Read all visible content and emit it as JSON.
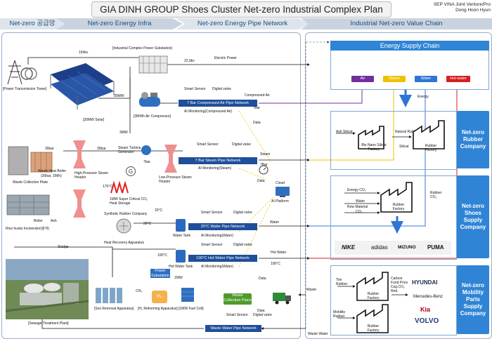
{
  "header": {
    "title": "GIA DINH GROUP Shoes Cluster Net-zero Industrial Complex Plan",
    "credit_line1": "SEP VINA Joint Venture/Pro",
    "credit_line2": "Dong Hoon Hyun"
  },
  "bands": {
    "supply": "Net-zero 공급망",
    "energy_infra": "Net-zero Energy Infra",
    "pipe_network": "Net-zero Energy Pipe Network",
    "value_chain": "Industrial Net-zero Value Chain"
  },
  "infra": {
    "power_tower": "[Power Transmission Tower]",
    "kv_154": "154kv",
    "substation": "[Industrial Complex Power Substation]",
    "kv_229": "22,9kv",
    "electric_power": "Electric Power",
    "solar": "[30MW Solar]",
    "solar_mw": "30MW",
    "air_compressor": "[3MWh Air Compressor]",
    "mw_3": "3MW",
    "turbine": "Steam Turbine Generator",
    "waste_boiler": "Waste Heat Boiler",
    "waste_boiler_spec": "(30bar, 29t/h)",
    "collection_plate": "Waste Collection Plate",
    "bar30_a": "30bar",
    "bar30_b": "30bar",
    "hp_header": "High-Pressure Steam Header",
    "bar7": "7bar",
    "lp_header": "Low-Pressure Steam Header",
    "temp170": "170°C",
    "heat_storage": "1MW Super Critical CO₂ Heat Storage",
    "boiler": "Boiler",
    "ash": "Ash",
    "rice_incinerator": "Rice husks Incinerator(왕겨)",
    "synthetic_rubber": "Synthetic Rubber Company",
    "temp20_a": "20°C",
    "temp20_b": "20°C",
    "heat_recovery": "Heat Recovery Apparatus",
    "temp100": "100°C",
    "sludge": "Sludge",
    "power_substation": "Power Substation",
    "mw_1": "1MW",
    "ch4": "CH₄",
    "h2": "H₂",
    "sox_removal": "[Sox Removal Apparatus]",
    "h2_reforming": "[H₂ Reforming Apparatus]",
    "fuel_cell": "[1MW Fuel Cell]",
    "treatment_plant": "[Sewage Treatment Plant]"
  },
  "pipes": {
    "smart_sensor": "Smart Sensor",
    "digital_valve": "Digital valve",
    "compressed_air": "7 Bar Compressed Air Pipe Network",
    "ai_compressed": "AI Monitoring(Compressed Air)",
    "compressed_air_out": "Compressed Air",
    "bar7_out": "7bar",
    "steam": "7 Bar Steam Pipe Network",
    "ai_steam": "AI Monitoring(Steam)",
    "steam_out": "Steam",
    "bar7_steam": "7Bar",
    "data_a": "Data",
    "data_b": "Data",
    "data_c": "Data",
    "data_d": "Data",
    "cloud": "Cloud",
    "ai_platform": "AI Platform",
    "water_tank": "Water Tank",
    "water": "20°C Water Pipe Network",
    "ai_water": "AI Monitoring(Water)",
    "water_out": "Water",
    "hot_water_tank": "Hot Water Tank",
    "hot_water": "100°C Hot Water Pipe Network",
    "ai_hot_water": "AI Monitoring(Water)",
    "hot_water_out": "Hot Water",
    "temp100_out": "100°C",
    "waste_collection": "Waste Collection Place",
    "waste": "Waste",
    "waste_water": "Waste Water Pipe Network",
    "waste_water_out": "Waste Water"
  },
  "value_chain": {
    "energy_supply_chain": "Energy Supply Chain",
    "pills": [
      {
        "label": "Air",
        "color": "#7030a0"
      },
      {
        "label": "Steam",
        "color": "#f0c000"
      },
      {
        "label": "Water",
        "color": "#2e75d6"
      },
      {
        "label": "Hot water",
        "color": "#d62020"
      }
    ],
    "energy": "Energy",
    "ash_silicat": "Ash Silicat",
    "bio_nano": "Bio Nano Silicat Factory",
    "natural_rubber": "Natural Rubber",
    "silicat": "Silicat",
    "rubber_factory": "Rubber Factory",
    "rubber_company": "Net-zero Rubber Company",
    "energy_co2": "Energy CO₂",
    "water": "Water",
    "row_material": "Row Material",
    "co2": "CO₂",
    "rubber_co2": "Rubber CO₂",
    "shoes_company": "Net-zero Shoes Supply Company",
    "shoe_brands": [
      "NIKE",
      "adidas",
      "MIZUNO",
      "PUMA"
    ],
    "tire_rubber": "Tire Rubber",
    "mobility_rubber": "Mobility Rubber",
    "carbon_fund": "Carbon Fund Price Csg.CO₂ Red.",
    "mobility_company": "Net-zero Mobility Parts Supply Company",
    "car_brands": [
      "HYUNDAI",
      "Mercedes-Benz",
      "Kia",
      "VOLVO"
    ]
  }
}
